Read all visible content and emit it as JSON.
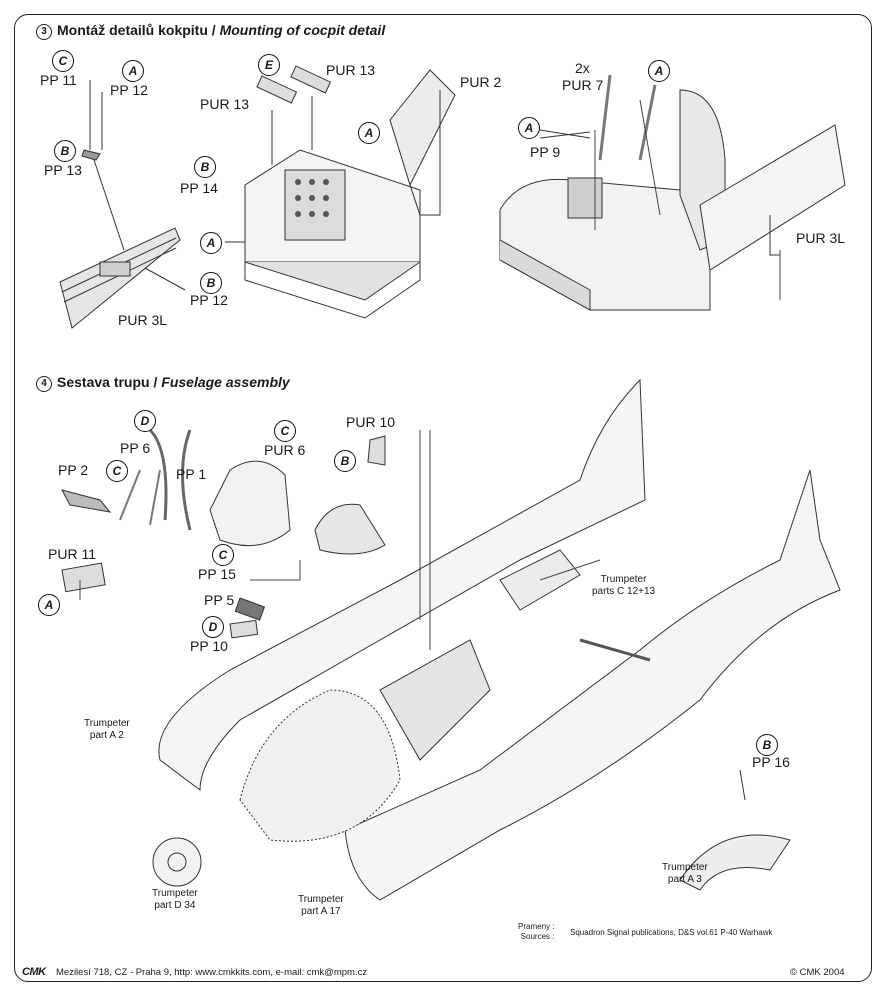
{
  "section3": {
    "number": "3",
    "title_cz": "Montáž detailů kokpitu",
    "separator": " / ",
    "title_en": "Mounting of cocpit detail",
    "labels": {
      "pp11": "PP 11",
      "pp12_top": "PP 12",
      "pp13": "PP 13",
      "pur3l_left": "PUR 3L",
      "pp12_bottom": "PP 12",
      "pur13_a": "PUR 13",
      "pur13_b": "PUR 13",
      "pp14": "PP 14",
      "pur2": "PUR 2",
      "qty_2x": "2x",
      "pur7": "PUR 7",
      "pp9": "PP 9",
      "pur3l_right": "PUR 3L"
    },
    "badges": {
      "c": "C",
      "a1": "A",
      "b1": "B",
      "a2": "A",
      "b2": "B",
      "e": "E",
      "b3": "B",
      "a3": "A",
      "a4": "A",
      "a5": "A"
    }
  },
  "section4": {
    "number": "4",
    "title_cz": "Sestava trupu",
    "separator": " / ",
    "title_en": "Fuselage assembly",
    "labels": {
      "pp6": "PP 6",
      "pp2": "PP 2",
      "pp1": "PP 1",
      "pur6": "PUR 6",
      "pur10": "PUR 10",
      "pur11": "PUR 11",
      "pp15": "PP 15",
      "pp5": "PP 5",
      "pp10": "PP 10",
      "pp16": "PP 16"
    },
    "badges": {
      "d1": "D",
      "c1": "C",
      "c2": "C",
      "b1": "B",
      "a1": "A",
      "c3": "C",
      "d2": "D",
      "b2": "B"
    },
    "trumpeter": {
      "c1213_line1": "Trumpeter",
      "c1213_line2": "parts C 12+13",
      "a2_line1": "Trumpeter",
      "a2_line2": "part A 2",
      "d34_line1": "Trumpeter",
      "d34_line2": "part D 34",
      "a17_line1": "Trumpeter",
      "a17_line2": "part A 17",
      "a3_line1": "Trumpeter",
      "a3_line2": "part A 3"
    }
  },
  "sources": {
    "label_cz": "Prameny :",
    "label_en": "Sources :",
    "text": "Squadron Signal publications, D&S vol.61 P-40 Warhawk"
  },
  "footer": {
    "logo": "CMK",
    "address": "Mezilesí 718, CZ - Praha 9,  http: www.cmkkits.com, e-mail: cmk@mpm.cz",
    "copyright": "© CMK 2004"
  }
}
